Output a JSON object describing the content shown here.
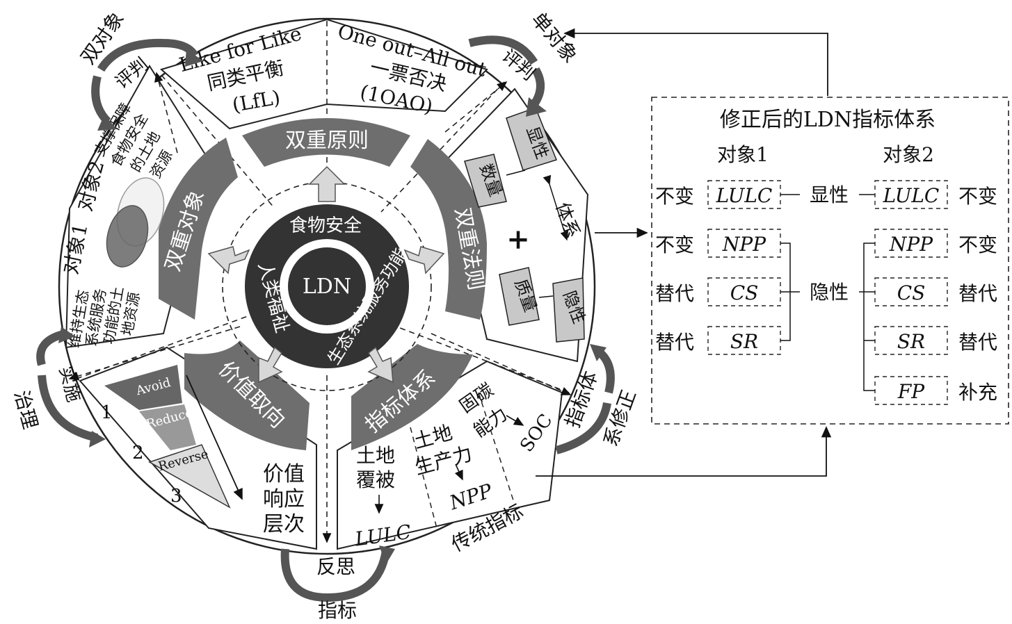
{
  "center": {
    "core": "LDN",
    "ring_top": "食物安全",
    "ring_left": "人类福祉",
    "ring_bottom_right": "生态系统服务功能"
  },
  "segments": {
    "dual_principle": "双重原则",
    "dual_object": "双重对象",
    "dual_law": "双重法则",
    "value_orientation": "价值取向",
    "indicator_system": "指标体系"
  },
  "principles": {
    "lfl": [
      "Like for Like",
      "同类平衡",
      "(LfL)"
    ],
    "oaoa": [
      "One out–All out",
      "一票否决",
      "(1OAO)"
    ]
  },
  "objects": {
    "obj1_label": "对象1",
    "obj2_label": "对象2",
    "obj2_desc": [
      "支撑保障",
      "食物安全",
      "的土地",
      "资源"
    ],
    "obj1_desc": [
      "维持生态",
      "系统服务",
      "功能的土",
      "地资源"
    ]
  },
  "law": {
    "explicit": "显性",
    "quantity": "数量",
    "system": "体系",
    "quality": "质量",
    "implicit": "隐性",
    "plus": "+"
  },
  "value": {
    "avoid": "Avoid",
    "reduce": "Reduce",
    "reverse": "Reverse",
    "n1": "1",
    "n2": "2",
    "n3": "3",
    "response": [
      "价值",
      "响应",
      "层次"
    ]
  },
  "traditional": {
    "land_cover": [
      "土地",
      "覆被"
    ],
    "lulc": "LULC",
    "productivity": [
      "土地",
      "生产力"
    ],
    "npp": "NPP",
    "carbon": [
      "固碳",
      "能力"
    ],
    "soc": "SOC",
    "label": "传统指标"
  },
  "cycle": {
    "double_object": "双对象",
    "evaluate_left": "评判",
    "single_object": "单对象",
    "evaluate_right": "评判",
    "implement": "实施",
    "govern": "治理",
    "reflect": "反思",
    "indicator": "指标",
    "indicator_system": "指标体",
    "system_revise": "系修正"
  },
  "revised": {
    "title": "修正后的LDN指标体系",
    "obj1": "对象1",
    "obj2": "对象2",
    "explicit": "显性",
    "implicit": "隐性",
    "left_rows": [
      {
        "status": "不变",
        "code": "LULC"
      },
      {
        "status": "不变",
        "code": "NPP"
      },
      {
        "status": "替代",
        "code": "CS"
      },
      {
        "status": "替代",
        "code": "SR"
      }
    ],
    "right_rows": [
      {
        "status": "不变",
        "code": "LULC"
      },
      {
        "status": "不变",
        "code": "NPP"
      },
      {
        "status": "替代",
        "code": "CS"
      },
      {
        "status": "替代",
        "code": "SR"
      },
      {
        "status": "补充",
        "code": "FP"
      }
    ]
  }
}
